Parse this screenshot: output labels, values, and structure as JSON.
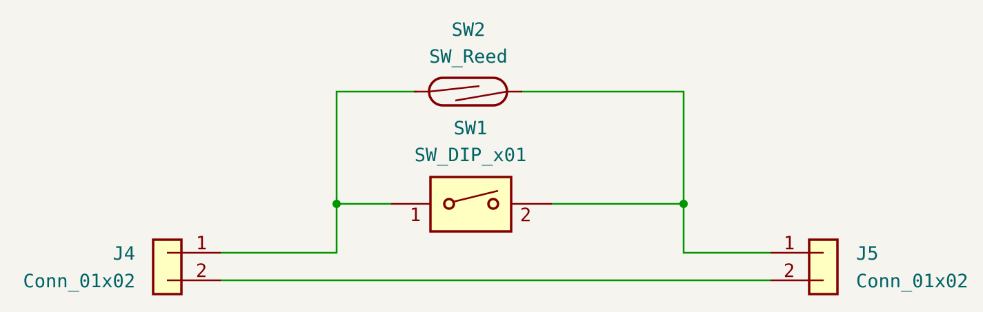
{
  "components": {
    "sw2": {
      "reference": "SW2",
      "value": "SW_Reed"
    },
    "sw1": {
      "reference": "SW1",
      "value": "SW_DIP_x01",
      "pin1": "1",
      "pin2": "2"
    },
    "j4": {
      "reference": "J4",
      "value": "Conn_01x02",
      "pin1": "1",
      "pin2": "2"
    },
    "j5": {
      "reference": "J5",
      "value": "Conn_01x02",
      "pin1": "1",
      "pin2": "2"
    }
  },
  "colors": {
    "background": "#f5f4ef",
    "wire": "#009600",
    "symbol": "#840000",
    "symbol_fill": "#ffffc2",
    "text": "#006464"
  }
}
